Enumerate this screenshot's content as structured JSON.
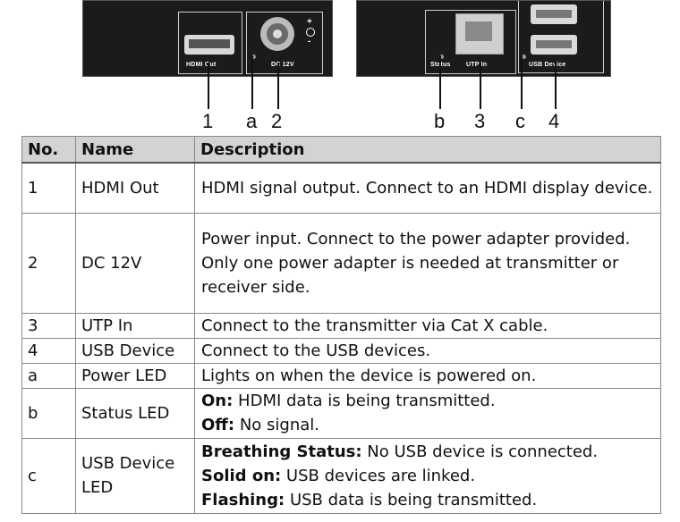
{
  "diagram": {
    "left_panel": {
      "hdmi_label": "HDMI Out",
      "dc_label": "DC 12V",
      "polarity_plus": "+",
      "polarity_minus": "-"
    },
    "right_panel": {
      "status_label": "Status",
      "utp_label": "UTP In",
      "usb_label": "USB Device"
    },
    "callouts": [
      "1",
      "a",
      "2",
      "b",
      "3",
      "c",
      "4"
    ]
  },
  "table": {
    "headers": [
      "No.",
      "Name",
      "Description"
    ],
    "rows": [
      {
        "no": "1",
        "name": "HDMI Out",
        "desc": [
          "HDMI signal output. Connect to an HDMI display device."
        ]
      },
      {
        "no": "2",
        "name": "DC 12V",
        "desc": [
          "Power input. Connect to the power adapter provided.",
          "Only one power adapter is needed at transmitter or receiver side."
        ]
      },
      {
        "no": "3",
        "name": "UTP In",
        "desc": [
          "Connect to the transmitter via Cat X cable."
        ]
      },
      {
        "no": "4",
        "name": "USB Device",
        "desc": [
          "Connect to the USB devices."
        ]
      },
      {
        "no": "a",
        "name": "Power LED",
        "desc": [
          "Lights on when the device is powered on."
        ]
      },
      {
        "no": "b",
        "name": "Status LED",
        "desc_rich": [
          {
            "label": "On:",
            "text": " HDMI data is being transmitted."
          },
          {
            "label": "Off:",
            "text": " No signal."
          }
        ]
      },
      {
        "no": "c",
        "name": "USB Device LED",
        "desc_rich": [
          {
            "label": "Breathing Status:",
            "text": " No USB device is connected."
          },
          {
            "label": "Solid on:",
            "text": " USB devices are linked."
          },
          {
            "label": "Flashing:",
            "text": " USB data is being transmitted."
          }
        ]
      }
    ]
  }
}
